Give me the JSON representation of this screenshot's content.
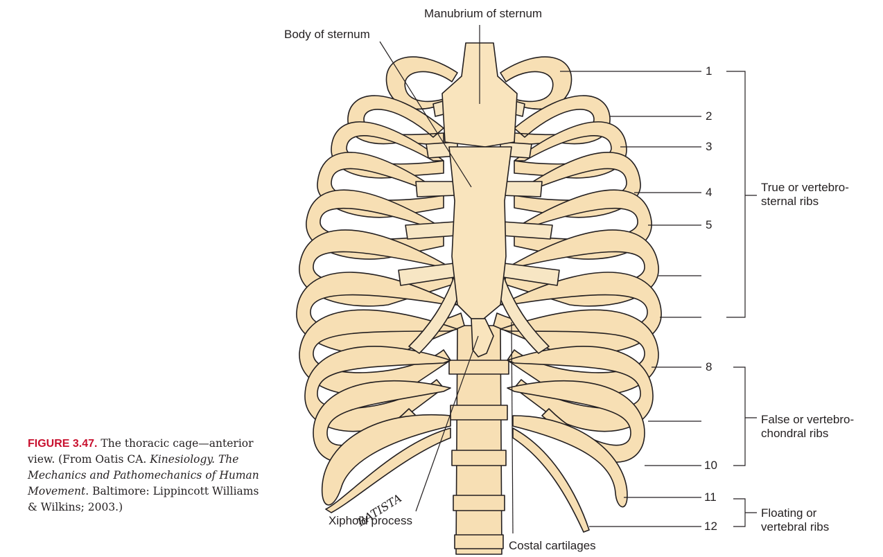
{
  "labels": {
    "manubrium": "Manubrium of sternum",
    "body": "Body of sternum",
    "xiphoid": "Xiphoid process",
    "costal": "Costal cartilages"
  },
  "rib_numbers": {
    "r1": "1",
    "r2": "2",
    "r3": "3",
    "r4": "4",
    "r5": "5",
    "r8": "8",
    "r10": "10",
    "r11": "11",
    "r12": "12"
  },
  "groups": {
    "true_ribs": "True or vertebro-\nsternal ribs",
    "false_ribs": "False or vertebro-\nchondral ribs",
    "floating_ribs": "Floating or\nvertebral ribs"
  },
  "signature": "BATISTA",
  "caption": {
    "figure_number": "FIGURE 3.47.",
    "text_1": " The thoracic cage—anterior view. (From Oatis CA. ",
    "title": "Kinesiology. The Mechanics and Pathomechanics of Human Movement",
    "text_2": ". Baltimore: Lippincott Williams & Wilkins; 2003.)"
  },
  "colors": {
    "bone": "#f7dfb4",
    "outline": "#231f20",
    "figure_number": "#c8102e"
  }
}
